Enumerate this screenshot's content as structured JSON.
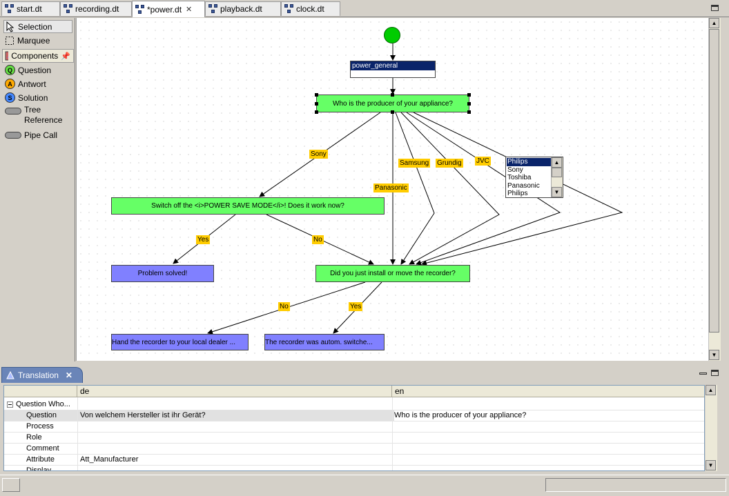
{
  "editor_tabs": [
    {
      "label": "start.dt"
    },
    {
      "label": "recording.dt"
    },
    {
      "label": "*power.dt"
    },
    {
      "label": "playback.dt"
    },
    {
      "label": "clock.dt"
    }
  ],
  "palette": {
    "selection": "Selection",
    "marquee": "Marquee",
    "components": "Components",
    "question": "Question",
    "answer": "Antwort",
    "solution": "Solution",
    "tree_reference_1": "Tree",
    "tree_reference_2": "Reference",
    "pipe_call": "Pipe Call",
    "icon_letters": {
      "question": "Q",
      "answer": "A",
      "solution": "S"
    }
  },
  "diagram": {
    "tree_node": "power_general",
    "question_producer": "Who is the producer of your appliance?",
    "question_switch": "Switch off the <i>POWER SAVE MODE</i>! Does it work now?",
    "question_install": "Did you just install or move the recorder?",
    "solution_solved": "Problem solved!",
    "solution_dealer": "Hand the recorder to your local dealer ...",
    "solution_autom": "The recorder was autom. switche...",
    "labels": {
      "sony": "Sony",
      "panasonic": "Panasonic",
      "samsung": "Samsung",
      "grundig": "Grundig",
      "jvc": "JVC",
      "yes1": "Yes",
      "no1": "No",
      "no2": "No",
      "yes2": "Yes"
    },
    "list_items": [
      "Philips",
      "Sony",
      "Toshiba",
      "Panasonic",
      "Philips"
    ],
    "colors": {
      "question": "#66ff66",
      "solution": "#8080ff",
      "label": "#ffcc00",
      "start": "#00cc00",
      "tree": "#0a246a"
    }
  },
  "translation": {
    "tab_label": "Translation",
    "columns": [
      "de",
      "en"
    ],
    "group": "Question Who...",
    "rows": [
      {
        "key": "Question",
        "de": "Von welchem Hersteller ist ihr Gerät?",
        "en": "Who is the producer of your appliance?"
      },
      {
        "key": "Process",
        "de": "",
        "en": ""
      },
      {
        "key": "Role",
        "de": "",
        "en": ""
      },
      {
        "key": "Comment",
        "de": "",
        "en": ""
      },
      {
        "key": "Attribute",
        "de": "Att_Manufacturer",
        "en": ""
      },
      {
        "key": "Display",
        "de": "",
        "en": ""
      }
    ]
  }
}
